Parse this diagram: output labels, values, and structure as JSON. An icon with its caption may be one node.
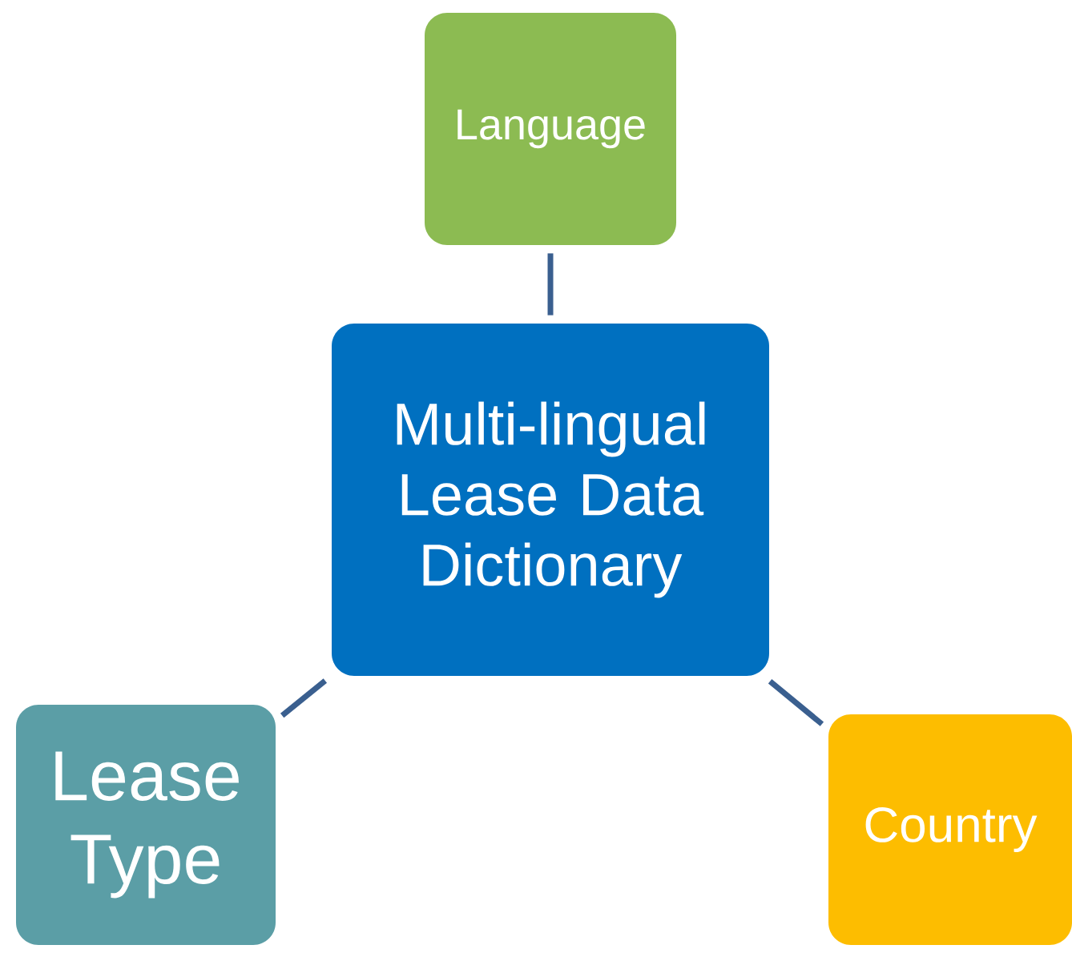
{
  "diagram": {
    "nodes": [
      {
        "text": [
          "Language"
        ]
      },
      {
        "text": [
          "Multi-lingual Lease Data Dictionary"
        ]
      },
      {
        "text": [
          "Lease Type"
        ]
      },
      {
        "text": [
          "Country"
        ]
      }
    ],
    "edges": [
      {
        "from": 0,
        "to": 1,
        "arrow": "none"
      },
      {
        "from": 1,
        "to": 2,
        "arrow": "none"
      },
      {
        "from": 1,
        "to": 3,
        "arrow": "none"
      }
    ]
  }
}
